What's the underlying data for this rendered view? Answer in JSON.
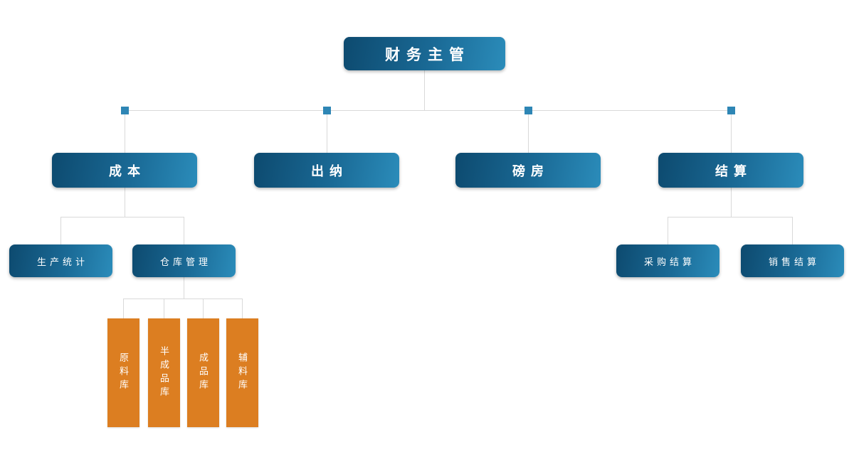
{
  "org_chart": {
    "type": "org-chart",
    "root": {
      "label": "财务主管"
    },
    "departments": [
      {
        "label": "成本"
      },
      {
        "label": "出纳"
      },
      {
        "label": "磅房"
      },
      {
        "label": "结算"
      }
    ],
    "cost_children": [
      {
        "label": "生产统计"
      },
      {
        "label": "仓库管理"
      }
    ],
    "warehouse_children": [
      {
        "label": "原料库"
      },
      {
        "label": "半成品库"
      },
      {
        "label": "成品库"
      },
      {
        "label": "辅料库"
      }
    ],
    "settlement_children": [
      {
        "label": "采购结算"
      },
      {
        "label": "销售结算"
      }
    ],
    "colors": {
      "node_gradient_dark": "#0d4a6f",
      "node_gradient_light": "#2b8cba",
      "warehouse_orange": "#dc7e21",
      "connector_gray": "#d9d9d9",
      "junction_blue": "#2e86b5",
      "text": "#ffffff",
      "background": "#ffffff"
    }
  }
}
